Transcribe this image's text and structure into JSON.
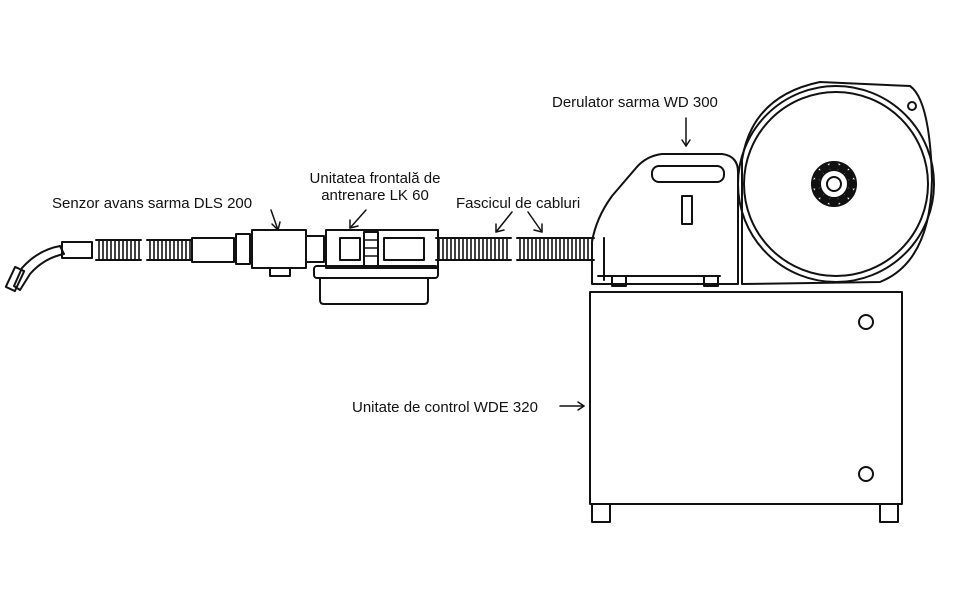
{
  "labels": {
    "wire_feeder": "Derulator sarma WD 300",
    "front_drive_line1": "Unitatea frontală de",
    "front_drive_line2": "antrenare LK 60",
    "sensor": "Senzor avans sarma DLS 200",
    "cable_bundle": "Fascicul de cabluri",
    "control_unit": "Unitate de control WDE 320"
  },
  "colors": {
    "line": "#111111",
    "background": "#ffffff"
  }
}
